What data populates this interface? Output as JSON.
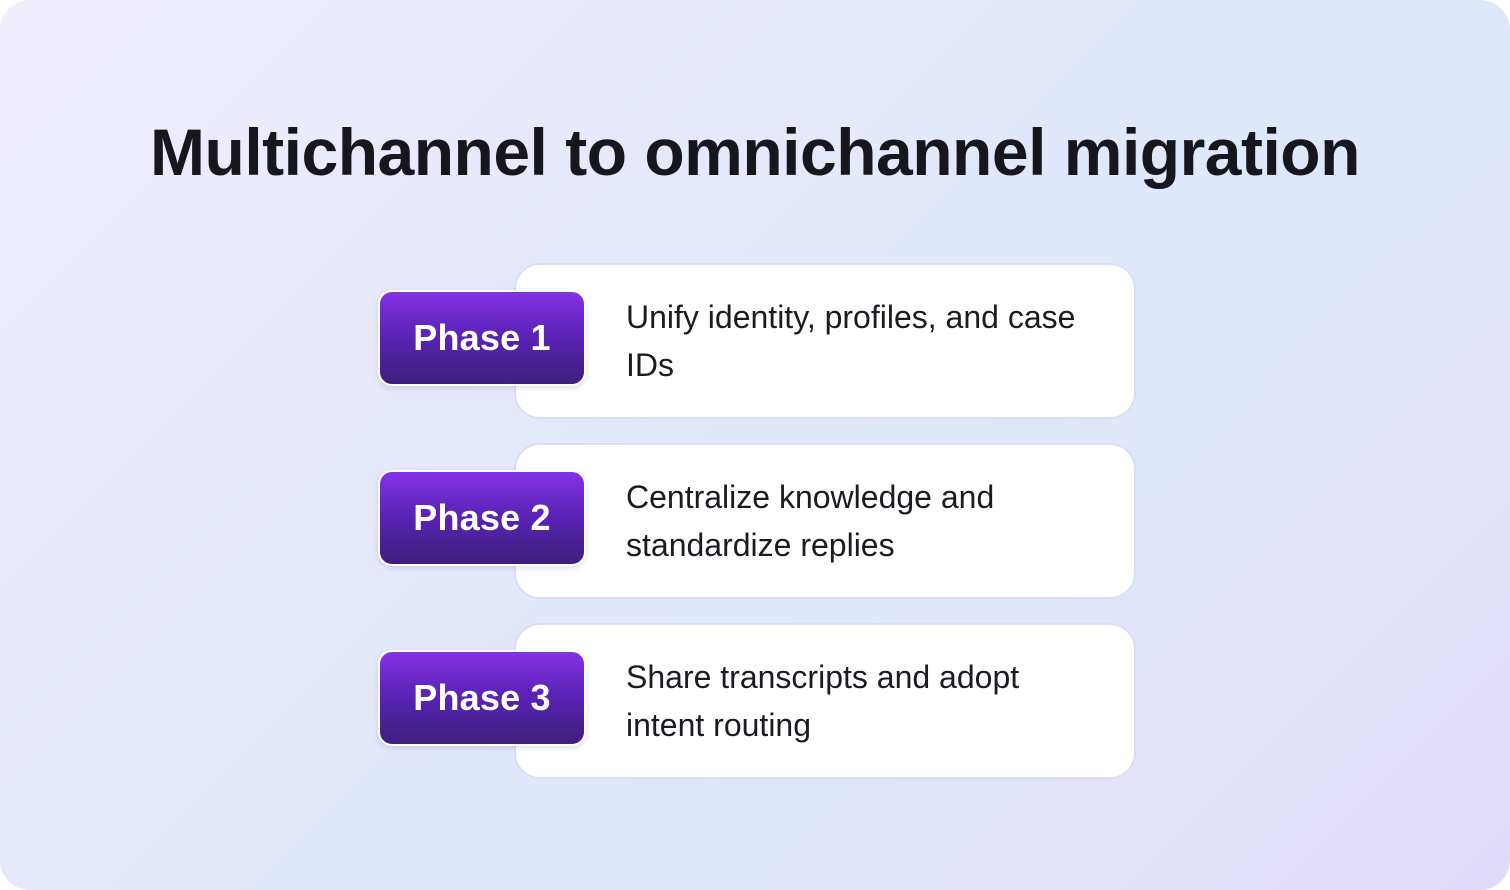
{
  "title": "Multichannel to omnichannel migration",
  "phases": [
    {
      "label": "Phase 1",
      "text": "Unify identity, profiles, and case IDs"
    },
    {
      "label": "Phase 2",
      "text": "Centralize knowledge and standardize replies"
    },
    {
      "label": "Phase 3",
      "text": "Share transcripts and adopt intent routing"
    }
  ],
  "colors": {
    "badge_top": "#8433e6",
    "badge_bottom": "#3d1f7c",
    "title": "#16161c",
    "card_border": "#dcdcf6"
  }
}
